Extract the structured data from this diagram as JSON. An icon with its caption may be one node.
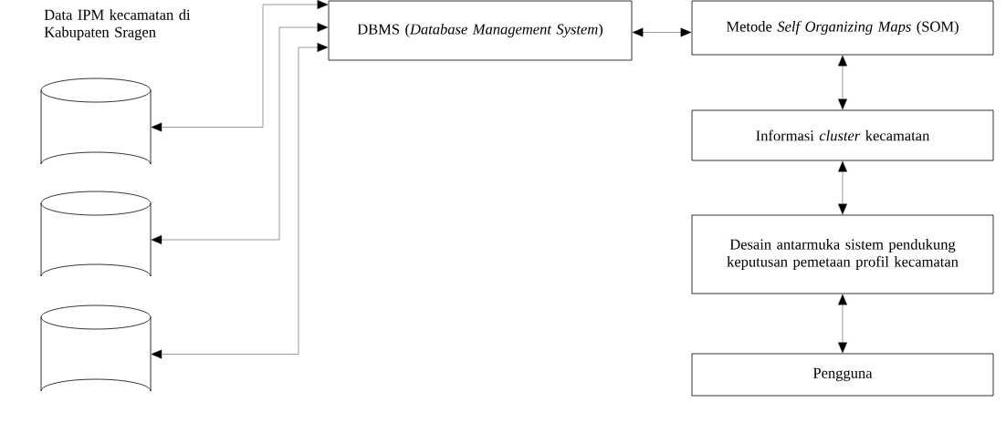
{
  "diagram": {
    "nodes": [
      {
        "text": [],
        "shape": "cylinder"
      },
      {
        "text": [],
        "shape": "cylinder"
      },
      {
        "text": [],
        "shape": "cylinder"
      },
      {
        "text": [
          "DBMS (*Database Management System*)"
        ]
      },
      {
        "text": [
          "Metode *Self Organizing Maps* (SOM)"
        ]
      },
      {
        "text": [
          "Informasi *cluster* kecamatan"
        ]
      },
      {
        "text": [
          "Desain antarmuka sistem pendukung keputusan pemetaan profil kecamatan"
        ]
      },
      {
        "text": [
          "Pengguna"
        ]
      }
    ],
    "edges": [
      {
        "from": 3,
        "to": 0,
        "arrow": "both"
      },
      {
        "from": 3,
        "to": 1,
        "arrow": "both"
      },
      {
        "from": 3,
        "to": 2,
        "arrow": "both"
      },
      {
        "from": 3,
        "to": 4,
        "arrow": "both"
      },
      {
        "from": 4,
        "to": 5,
        "arrow": "both"
      },
      {
        "from": 5,
        "to": 6,
        "arrow": "both"
      },
      {
        "from": 6,
        "to": 7,
        "arrow": "both"
      }
    ],
    "labels": [
      "Data IPM kecamatan di Kabupaten Sragen"
    ]
  }
}
